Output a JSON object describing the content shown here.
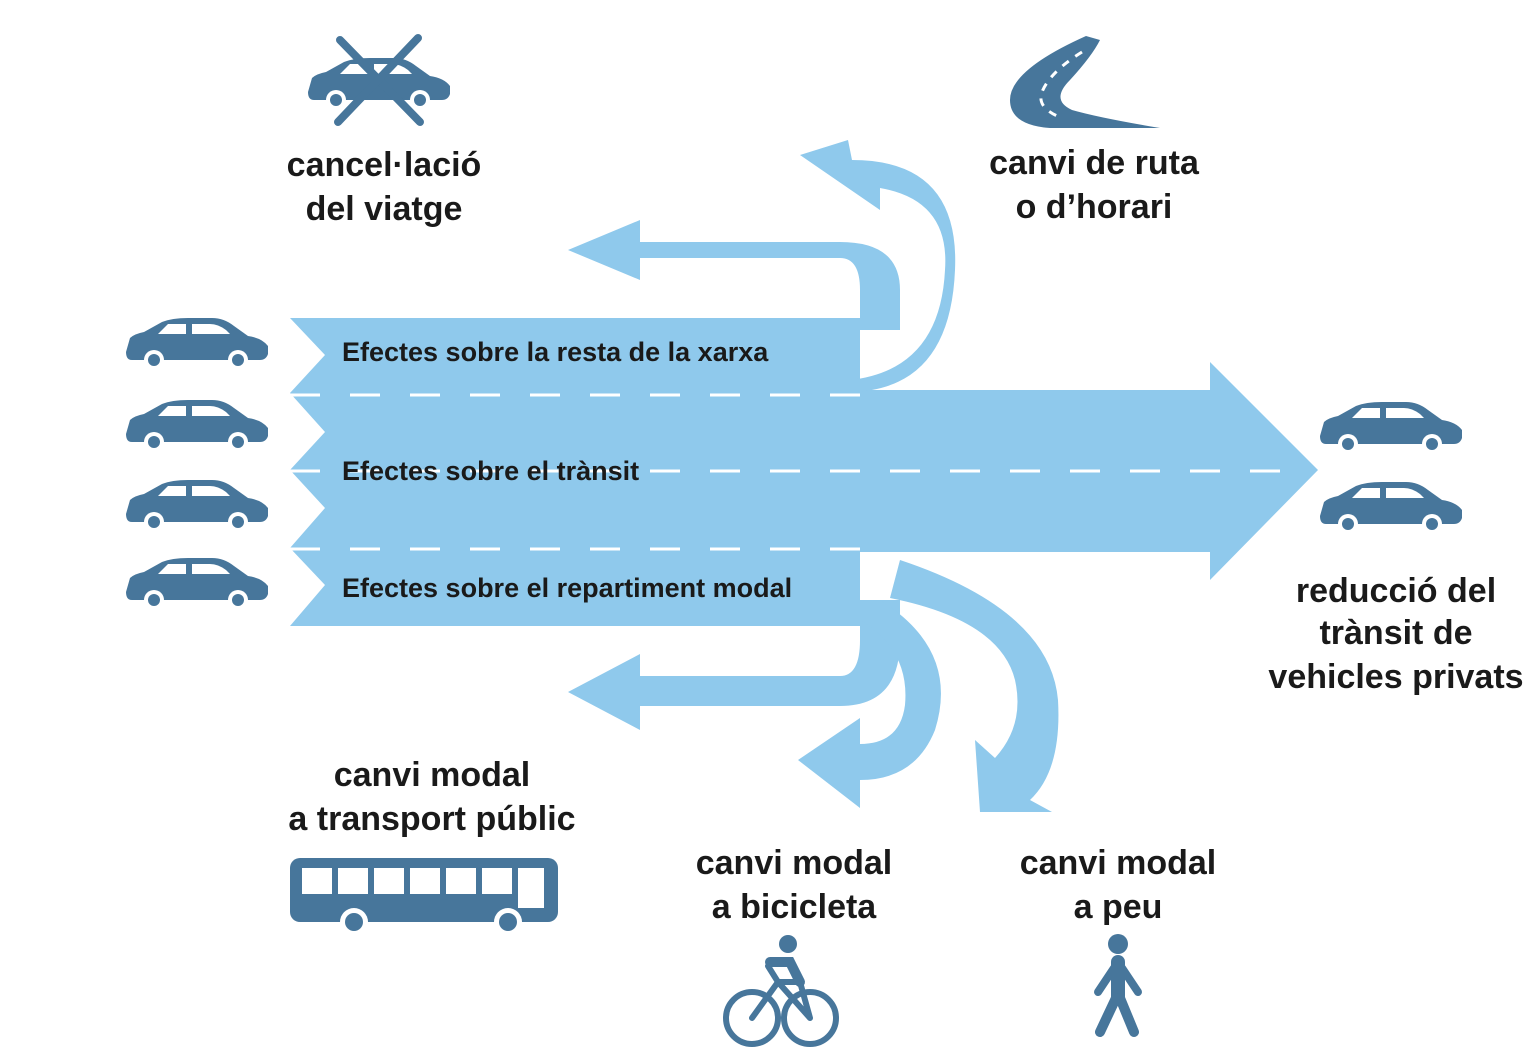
{
  "colors": {
    "arrow": "#8fc9ec",
    "icon": "#47769b",
    "text": "#1a1a1a",
    "dash": "#ffffff"
  },
  "lanes": {
    "network": "Efectes sobre la resta de la xarxa",
    "traffic": "Efectes sobre el trànsit",
    "modal": "Efectes sobre el repartiment modal"
  },
  "outcomes": {
    "cancel": {
      "line1": "cancel·lació",
      "line2": "del viatge",
      "icon": "crossed-car-icon"
    },
    "route": {
      "line1": "canvi de ruta",
      "line2": "o d’horari",
      "icon": "road-icon"
    },
    "reduction": {
      "line1": "reducció del",
      "line2": "trànsit de",
      "line3": "vehicles privats",
      "icon": "car-icon"
    },
    "transit": {
      "line1": "canvi modal",
      "line2": "a transport públic",
      "icon": "bus-icon"
    },
    "bike": {
      "line1": "canvi modal",
      "line2": "a bicicleta",
      "icon": "cyclist-icon"
    },
    "walk": {
      "line1": "canvi modal",
      "line2": "a peu",
      "icon": "pedestrian-icon"
    }
  }
}
